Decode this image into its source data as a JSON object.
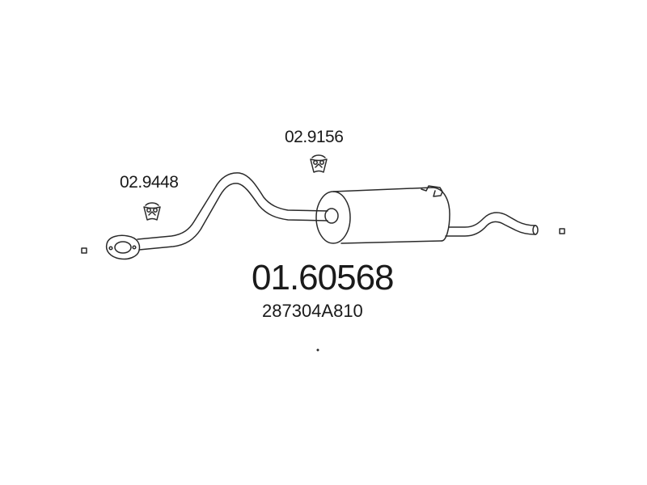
{
  "parts": {
    "hanger_left": "02.9448",
    "hanger_right": "02.9156",
    "main_number": "01.60568",
    "oem_number": "287304A810"
  },
  "colors": {
    "line": "#2a2a2a",
    "background": "#ffffff"
  }
}
